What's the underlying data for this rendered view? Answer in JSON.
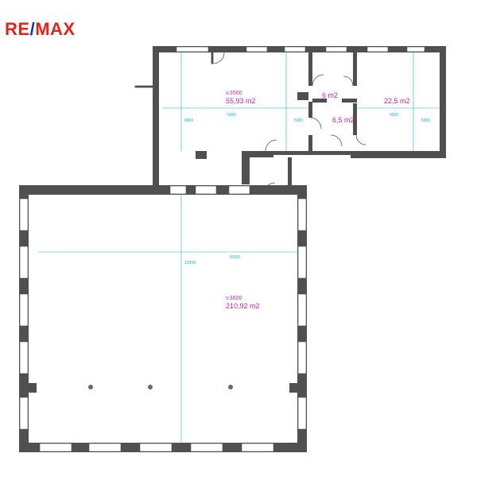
{
  "logo": {
    "text_re": "RE",
    "text_slash": "/",
    "text_max": "MAX",
    "red": "#e1251b",
    "blue": "#003da5"
  },
  "rooms": {
    "upper_left": {
      "elevation": "v.3500",
      "area": "55,93 m2",
      "dim_width": "9350",
      "dim_left": "6800",
      "dim_right": "5000"
    },
    "small_top": {
      "area": "6 m2"
    },
    "small_bottom": {
      "area": "6,5 m2"
    },
    "upper_right": {
      "area": "22,5 m2",
      "dim_width": "4500",
      "dim_right": "5000"
    },
    "main": {
      "elevation": "v.3820",
      "area": "210,92 m2",
      "dim_width": "16350",
      "dim_height": "12900"
    }
  },
  "colors": {
    "wall": "#505050",
    "dimension": "#17b3c9",
    "area_label": "#c21fbf",
    "column": "#6a6a6a"
  }
}
